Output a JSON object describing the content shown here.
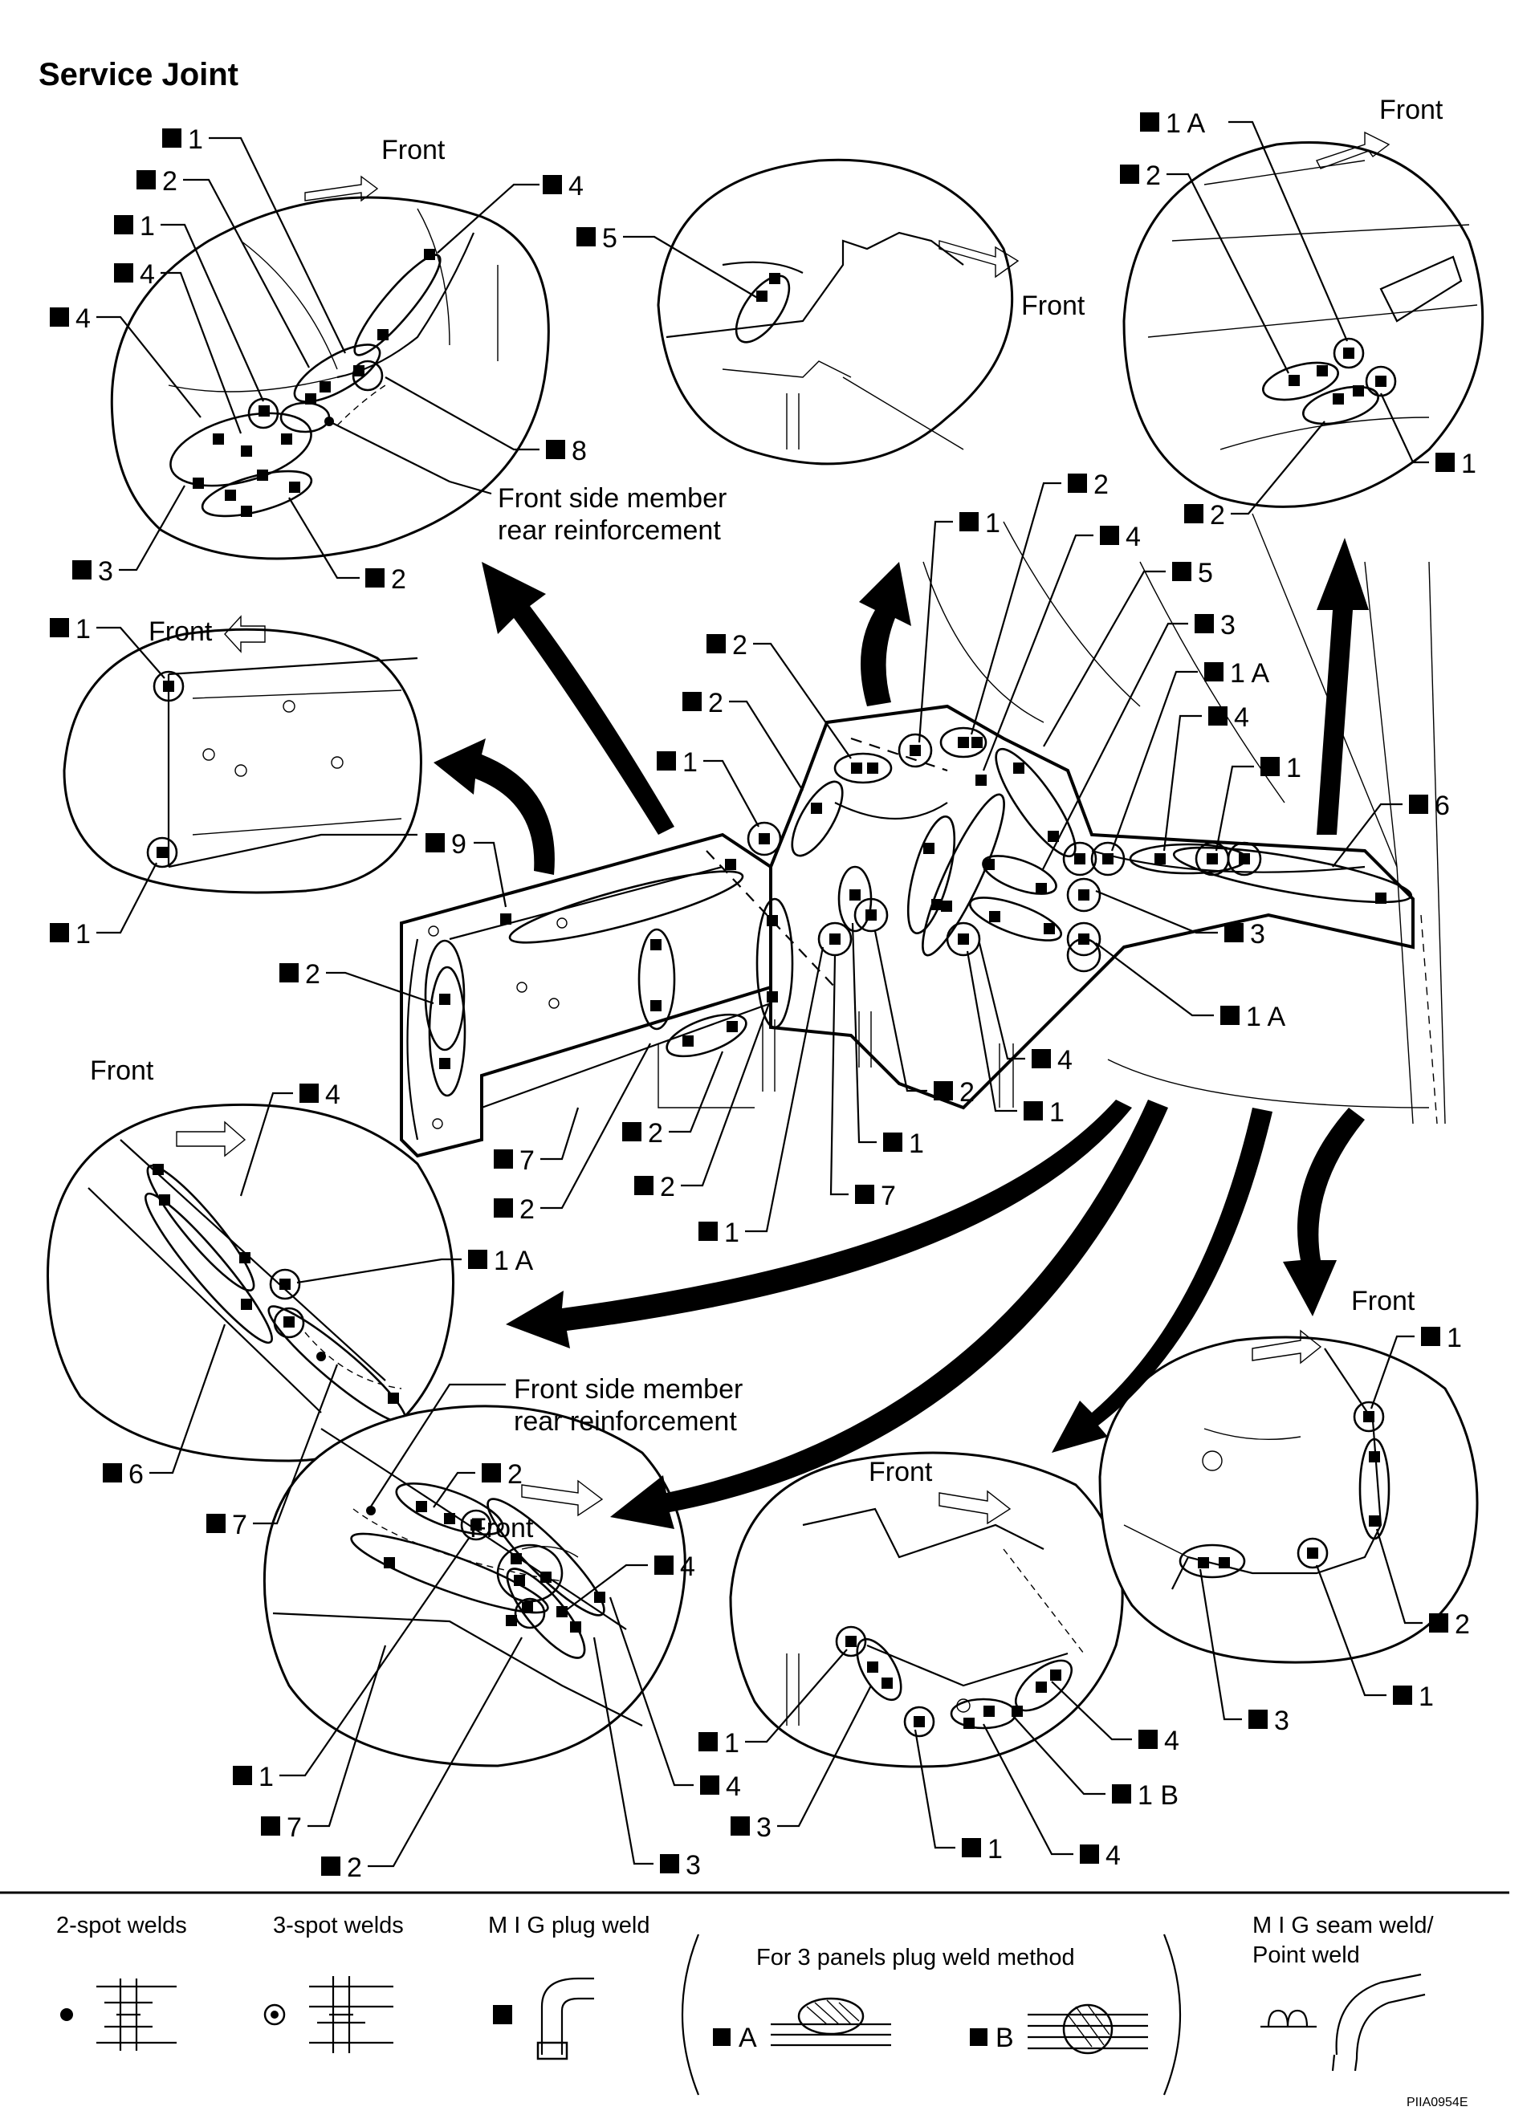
{
  "title": "Service Joint",
  "weld_marker": "■",
  "callout_texts": {
    "front": "Front",
    "fsm_rear_reinforcement_l1": "Front side member",
    "fsm_rear_reinforcement_l2": "rear reinforcement"
  },
  "legend": {
    "two_spot": "2-spot welds",
    "three_spot": "3-spot welds",
    "mig_plug": "M I G plug weld",
    "three_panels": "For 3 panels plug weld method",
    "method_a": "A",
    "method_b": "B",
    "mig_seam_l1": "M I G seam weld/",
    "mig_seam_l2": "Point weld"
  },
  "image_code": "PIIA0954E",
  "labels": {
    "tl_1a": "1",
    "tl_2": "2",
    "tl_1b": "1",
    "tl_4a": "4",
    "tl_4b": "4",
    "tl_4c": "4",
    "tl_8": "8",
    "tl_3": "3",
    "tl_2b": "2",
    "tc_5": "5",
    "tr_1a": "1 A",
    "tr_2": "2",
    "tr_1": "1",
    "tr_2b": "2",
    "ml_1a": "1",
    "ml_1b": "1",
    "c_2a": "2",
    "c_1a": "1",
    "c_4a": "4",
    "c_5": "5",
    "c_3a": "3",
    "c_1A": "1 A",
    "c_4b": "4",
    "c_1b": "1",
    "c_6": "6",
    "c_2b": "2",
    "c_2c": "2",
    "c_1c": "1",
    "c_9": "9",
    "c_2d": "2",
    "c_3b": "3",
    "c_1A2": "1 A",
    "c_4c": "4",
    "c_1d": "1",
    "c_2e": "2",
    "c_1e": "1",
    "c_7a": "7",
    "c_7b": "7",
    "c_2f": "2",
    "c_2g": "2",
    "c_2h": "2",
    "c_1f": "1",
    "bl_4": "4",
    "bl_1A": "1 A",
    "bl_6": "6",
    "bl_7": "7",
    "bc_2": "2",
    "bc_4a": "4",
    "bc_1": "1",
    "bc_7": "7",
    "bc_2b": "2",
    "bc_3": "3",
    "bc_4b": "4",
    "bm_1a": "1",
    "bm_3": "3",
    "bm_1b": "1",
    "bm_4a": "4",
    "bm_1B": "1 B",
    "bm_4b": "4",
    "br_1a": "1",
    "br_2": "2",
    "br_3": "3",
    "br_1b": "1"
  }
}
